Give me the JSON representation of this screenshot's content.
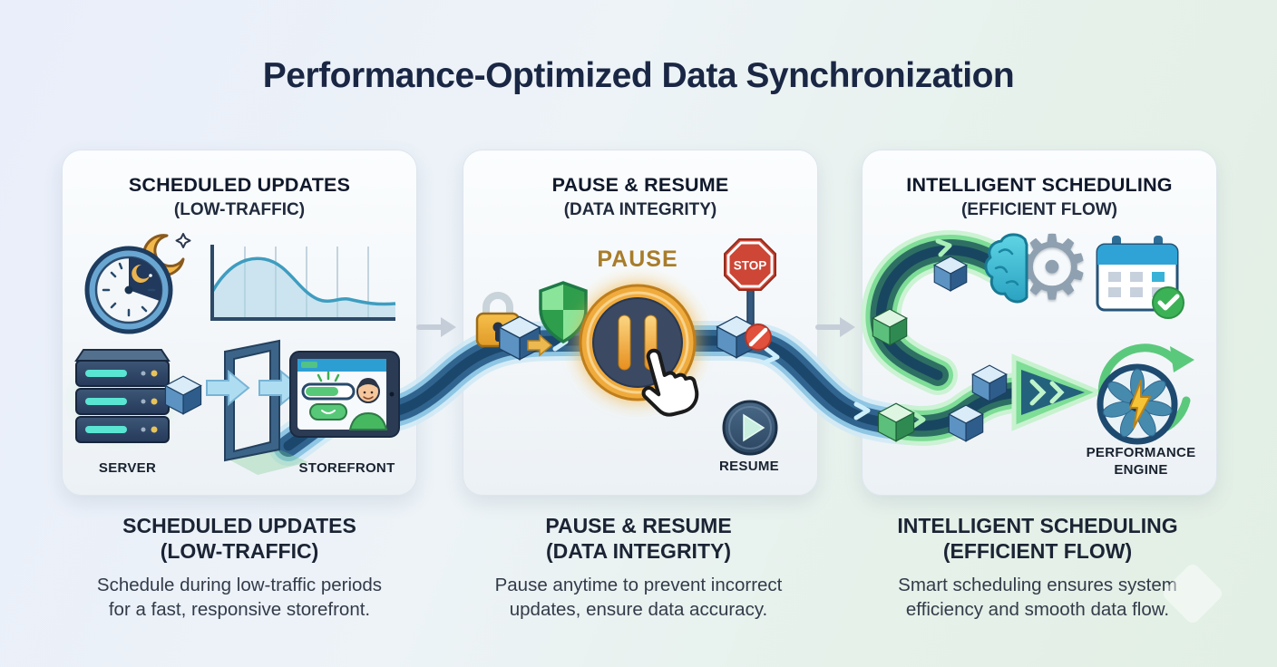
{
  "title": "Performance-Optimized Data Synchronization",
  "panels": [
    {
      "title": "SCHEDULED UPDATES",
      "subtitle": "(LOW-TRAFFIC)",
      "labels": {
        "server": "SERVER",
        "storefront": "STOREFRONT"
      }
    },
    {
      "title": "PAUSE & RESUME",
      "subtitle": "(DATA INTEGRITY)",
      "labels": {
        "pause": "PAUSE",
        "stop": "STOP",
        "resume": "RESUME"
      }
    },
    {
      "title": "INTELLIGENT SCHEDULING",
      "subtitle": "(EFFICIENT FLOW)",
      "labels": {
        "engine": "PERFORMANCE ENGINE"
      }
    }
  ],
  "captions": [
    {
      "title": "SCHEDULED UPDATES",
      "subtitle": "(LOW-TRAFFIC)",
      "line1": "Schedule during low-traffic periods",
      "line2": "for a fast, responsive storefront."
    },
    {
      "title": "PAUSE & RESUME",
      "subtitle": "(DATA INTEGRITY)",
      "line1": "Pause anytime to prevent incorrect",
      "line2": "updates, ensure data accuracy."
    },
    {
      "title": "INTELLIGENT SCHEDULING",
      "subtitle": "(EFFICIENT FLOW)",
      "line1": "Smart scheduling ensures system",
      "line2": "efficiency and smooth data flow."
    }
  ],
  "icons": {
    "gear": "⚙"
  },
  "colors": {
    "title_navy": "#1a2744",
    "pipe_blue": "#30648f",
    "pipe_green": "#5bc97c",
    "pause_gold": "#f0ab3e",
    "pause_label_gold": "#a87c2a",
    "stop_red": "#cd4636",
    "success_green": "#3cb257",
    "panel_bg": "#f7fafc"
  }
}
